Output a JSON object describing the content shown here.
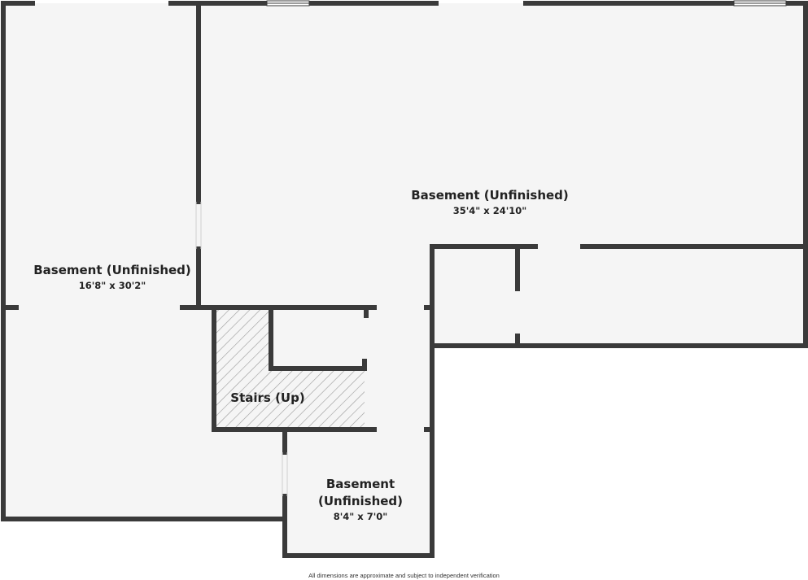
{
  "rooms": {
    "left": {
      "name": "Basement (Unfinished)",
      "dimensions": "16'8\" x 30'2\""
    },
    "main": {
      "name": "Basement (Unfinished)",
      "dimensions": "35'4\" x 24'10\""
    },
    "small": {
      "name_line1": "Basement",
      "name_line2": "(Unfinished)",
      "dimensions": "8'4\" x 7'0\""
    },
    "stairs": {
      "name": "Stairs (Up)"
    }
  },
  "footer": {
    "disclaimer": "All dimensions are approximate and subject to independent verification"
  },
  "colors": {
    "wall": "#3a3a3a",
    "floor": "#f5f5f5",
    "background": "#ffffff",
    "stair_hatch": "#9a9a9a",
    "text": "#222222"
  }
}
